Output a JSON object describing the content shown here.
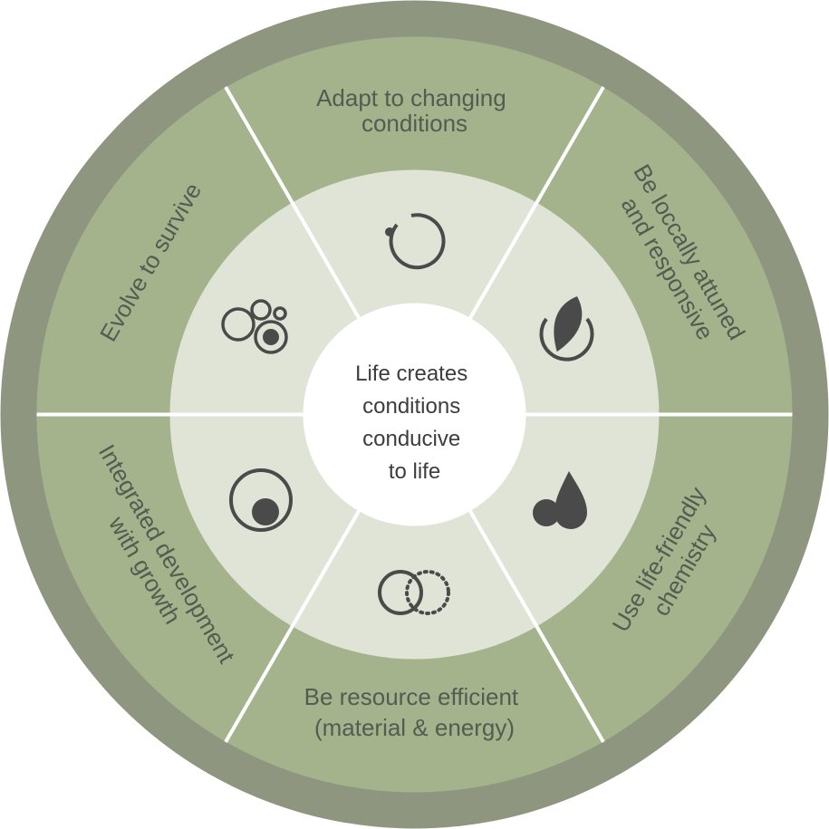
{
  "center": {
    "lines": [
      "Life creates",
      "conditions",
      "conducive",
      "to life"
    ]
  },
  "segments": [
    {
      "id": "adapt",
      "lines": [
        "Adapt  to changing",
        "conditions"
      ],
      "icon": "refresh-icon"
    },
    {
      "id": "local",
      "lines": [
        "Be loccally attuned",
        "and responsive"
      ],
      "icon": "leaf-icon"
    },
    {
      "id": "chemistry",
      "lines": [
        "Use life-friendly",
        "chemistry"
      ],
      "icon": "droplet-icon"
    },
    {
      "id": "resource",
      "lines": [
        "Be resource efficient",
        "(material & energy)"
      ],
      "icon": "overlapping-circles-icon"
    },
    {
      "id": "development",
      "lines": [
        "Integrated development",
        "with growth"
      ],
      "icon": "nested-circle-icon"
    },
    {
      "id": "evolve",
      "lines": [
        "Evolve to survive"
      ],
      "icon": "bubbles-icon"
    }
  ],
  "colors": {
    "outer_ring": "#8e9680",
    "segment_fill": "#a4b38c",
    "inner_ring": "#dfe4d6",
    "center": "#ffffff",
    "icon": "#4a4a4a",
    "divider": "#ffffff",
    "segment_text": "#545b50"
  }
}
